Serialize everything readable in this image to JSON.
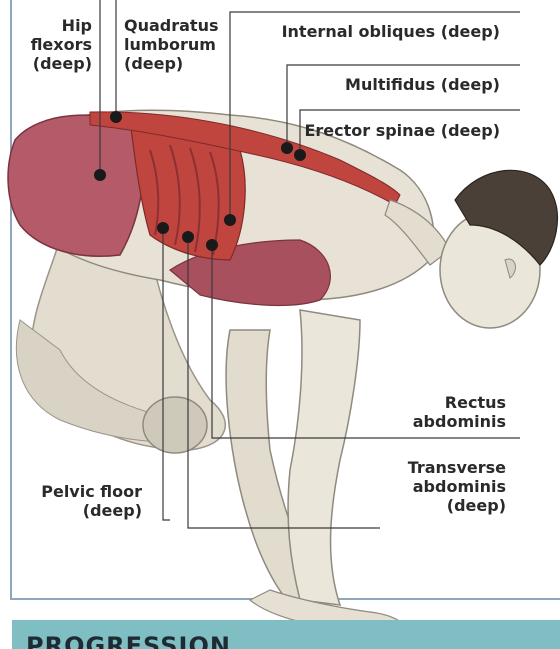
{
  "labels": {
    "hip_flexors": [
      "Hip",
      "flexors",
      "(deep)"
    ],
    "quadratus_lumborum": [
      "Quadratus",
      "lumborum",
      "(deep)"
    ],
    "internal_obliques": "Internal obliques (deep)",
    "multifidus": "Multifidus (deep)",
    "erector_spinae": "Erector spinae (deep)",
    "rectus_abdominis": [
      "Rectus",
      "abdominis"
    ],
    "transverse_abdominis": [
      "Transverse",
      "abdominis",
      "(deep)"
    ],
    "pelvic_floor": [
      "Pelvic floor",
      "(deep)"
    ]
  },
  "section_heading": "PROGRESSION",
  "colors": {
    "border": "#8fa6bf",
    "muscle_red": "#c0453f",
    "muscle_dark": "#8e2f33",
    "skin": "#e8e2d6",
    "footer_bg": "#7fbfc4"
  }
}
